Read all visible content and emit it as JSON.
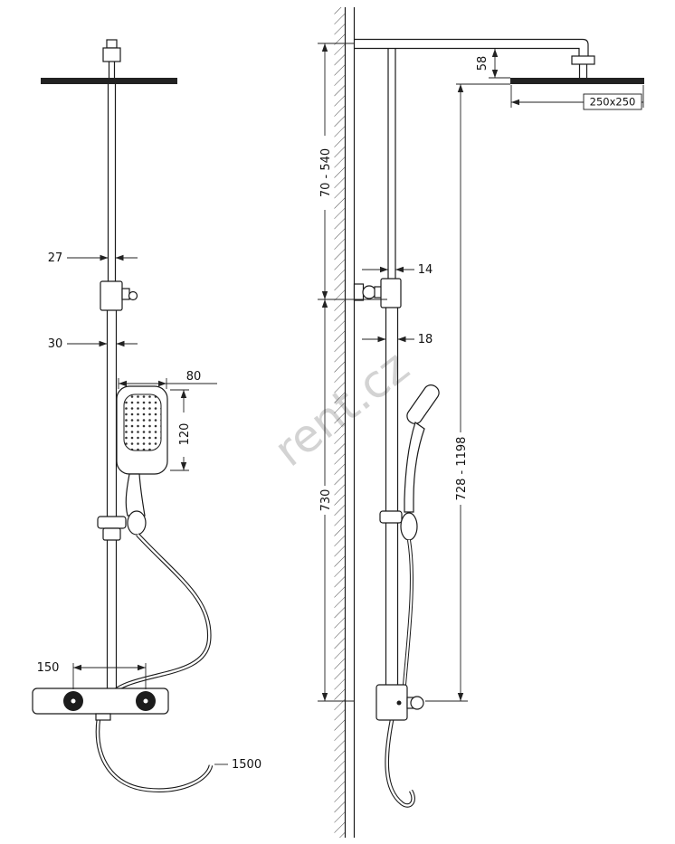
{
  "watermark": "rent.cz",
  "front_view": {
    "dim_pipe_diameter_upper": "27",
    "dim_pipe_diameter_lower": "30",
    "dim_handset_width": "80",
    "dim_handset_height": "120",
    "dim_valve_spacing": "150",
    "dim_hose_length": "1500"
  },
  "side_view": {
    "dim_head_drop": "58",
    "dim_head_size": "250x250",
    "dim_arm_height_range": "70 - 540",
    "dim_pipe_diameter_upper": "14",
    "dim_pipe_diameter_lower": "18",
    "dim_bracket_to_valve": "730",
    "dim_head_height_range": "728 - 1198"
  }
}
